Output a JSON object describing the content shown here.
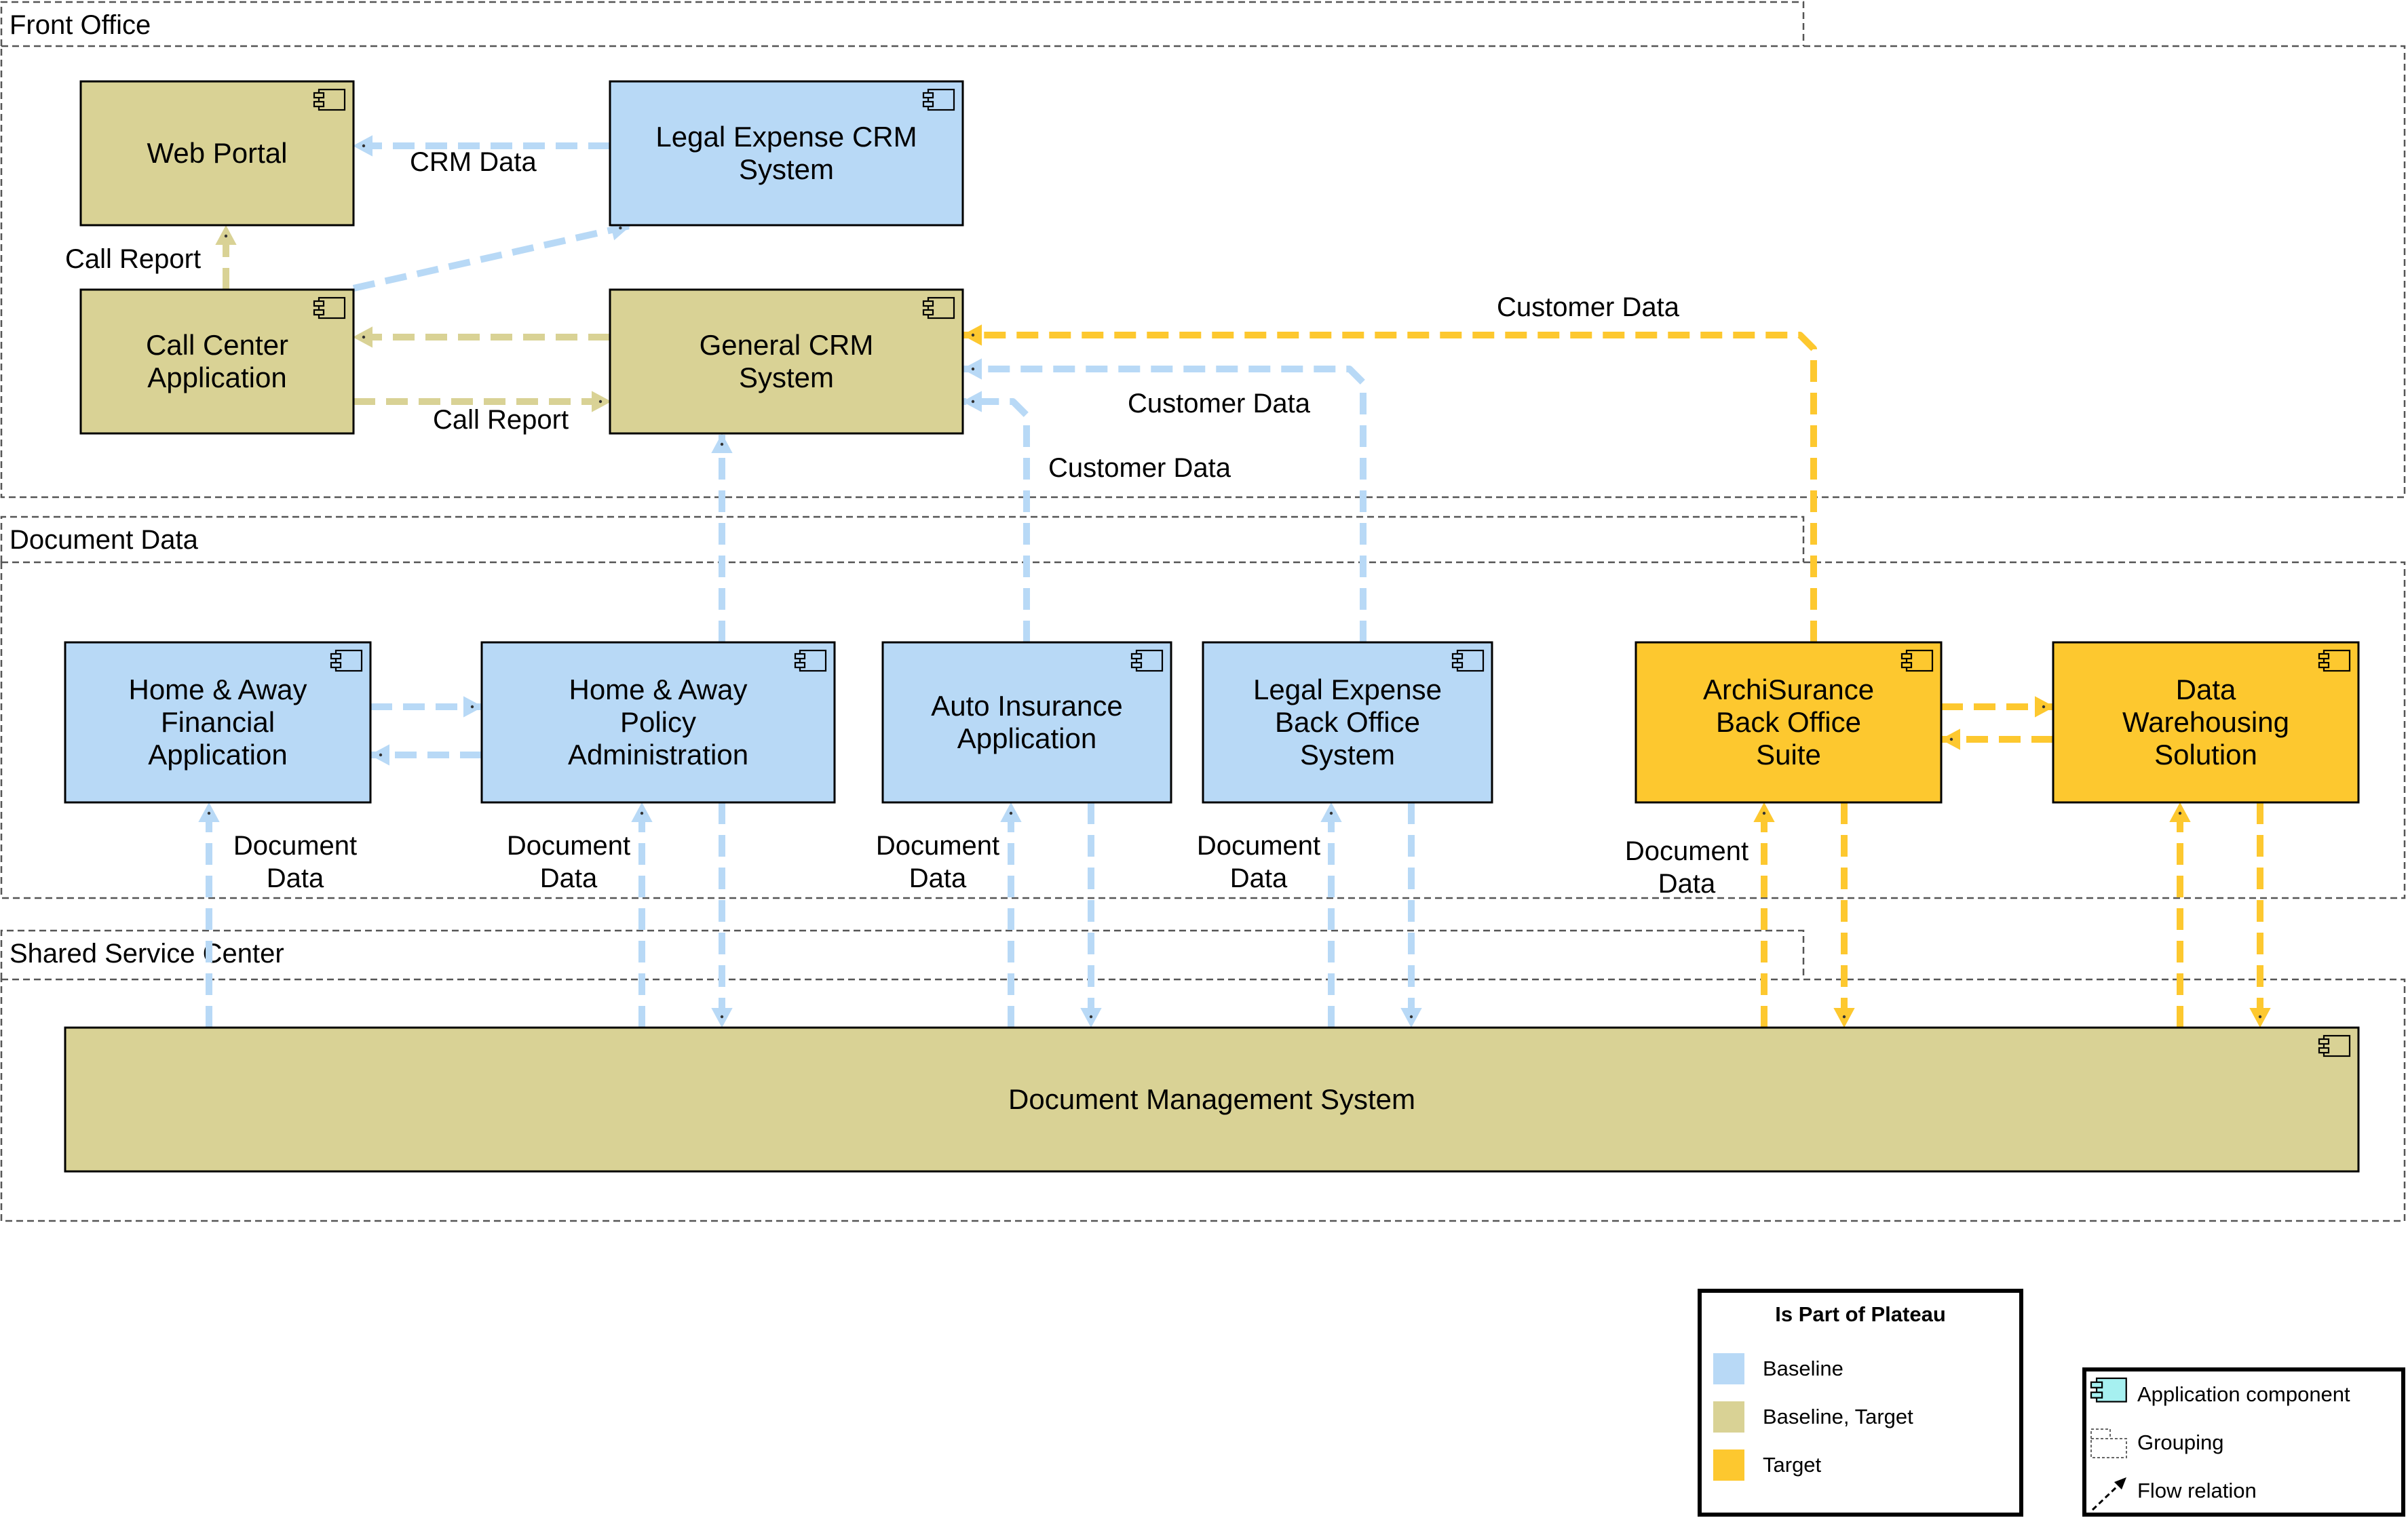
{
  "colors": {
    "baseline": "#b8d9f6",
    "baseline_target": "#d9d295",
    "target": "#fdc82f",
    "edge_baseline": "#b8d9f6",
    "edge_baseline_target": "#d9d295",
    "edge_target": "#fdc82f",
    "group_border": "#555555",
    "box_border": "#000000"
  },
  "groups": [
    {
      "id": "front-office",
      "label": "Front Office"
    },
    {
      "id": "document-data",
      "label": "Document Data"
    },
    {
      "id": "shared-service-center",
      "label": "Shared Service Center"
    }
  ],
  "components": [
    {
      "id": "web-portal",
      "lines": [
        "Web Portal"
      ],
      "plateau": "baseline_target",
      "icon": "application-component-icon"
    },
    {
      "id": "legal-expense-crm",
      "lines": [
        "Legal Expense CRM",
        "System"
      ],
      "plateau": "baseline",
      "icon": "application-component-icon"
    },
    {
      "id": "call-center",
      "lines": [
        "Call Center",
        "Application"
      ],
      "plateau": "baseline_target",
      "icon": "application-component-icon"
    },
    {
      "id": "general-crm",
      "lines": [
        "General CRM",
        "System"
      ],
      "plateau": "baseline_target",
      "icon": "application-component-icon"
    },
    {
      "id": "home-away-financial",
      "lines": [
        "Home & Away",
        "Financial",
        "Application"
      ],
      "plateau": "baseline",
      "icon": "application-component-icon"
    },
    {
      "id": "home-away-policy",
      "lines": [
        "Home & Away",
        "Policy",
        "Administration"
      ],
      "plateau": "baseline",
      "icon": "application-component-icon"
    },
    {
      "id": "auto-insurance",
      "lines": [
        "Auto Insurance",
        "Application"
      ],
      "plateau": "baseline",
      "icon": "application-component-icon"
    },
    {
      "id": "legal-expense-back-office",
      "lines": [
        "Legal Expense",
        "Back Office",
        "System"
      ],
      "plateau": "baseline",
      "icon": "application-component-icon"
    },
    {
      "id": "archisurance-back-office",
      "lines": [
        "ArchiSurance",
        "Back Office",
        "Suite"
      ],
      "plateau": "target",
      "icon": "application-component-icon"
    },
    {
      "id": "data-warehousing",
      "lines": [
        "Data",
        "Warehousing",
        "Solution"
      ],
      "plateau": "target",
      "icon": "application-component-icon"
    },
    {
      "id": "document-management",
      "lines": [
        "Document Management System"
      ],
      "plateau": "baseline_target",
      "icon": "application-component-icon"
    }
  ],
  "flows": [
    {
      "id": "crm-data",
      "from": "legal-expense-crm",
      "to": "web-portal",
      "plateau": "baseline",
      "label": [
        "CRM Data"
      ]
    },
    {
      "id": "call-report-up",
      "from": "call-center",
      "to": "web-portal",
      "plateau": "baseline_target",
      "label": [
        "Call Report"
      ]
    },
    {
      "id": "cc-to-legal-crm",
      "from": "call-center",
      "to": "legal-expense-crm",
      "plateau": "baseline",
      "label": []
    },
    {
      "id": "general-to-cc",
      "from": "general-crm",
      "to": "call-center",
      "plateau": "baseline_target",
      "label": []
    },
    {
      "id": "call-report-right",
      "from": "call-center",
      "to": "general-crm",
      "plateau": "baseline_target",
      "label": [
        "Call Report"
      ]
    },
    {
      "id": "archisurance-customer",
      "from": "archisurance-back-office",
      "to": "general-crm",
      "plateau": "target",
      "label": [
        "Customer Data"
      ]
    },
    {
      "id": "legal-bo-customer",
      "from": "legal-expense-back-office",
      "to": "general-crm",
      "plateau": "baseline",
      "label": [
        "Customer Data"
      ]
    },
    {
      "id": "auto-customer",
      "from": "auto-insurance",
      "to": "general-crm",
      "plateau": "baseline",
      "label": [
        "Customer Data"
      ]
    },
    {
      "id": "policy-to-general",
      "from": "home-away-policy",
      "to": "general-crm",
      "plateau": "baseline",
      "label": []
    },
    {
      "id": "financial-to-policy",
      "from": "home-away-financial",
      "to": "home-away-policy",
      "plateau": "baseline",
      "label": []
    },
    {
      "id": "policy-to-financial",
      "from": "home-away-policy",
      "to": "home-away-financial",
      "plateau": "baseline",
      "label": []
    },
    {
      "id": "archi-to-dw",
      "from": "archisurance-back-office",
      "to": "data-warehousing",
      "plateau": "target",
      "label": []
    },
    {
      "id": "dw-to-archi",
      "from": "data-warehousing",
      "to": "archisurance-back-office",
      "plateau": "target",
      "label": []
    },
    {
      "id": "dms-to-financial",
      "from": "document-management",
      "to": "home-away-financial",
      "plateau": "baseline",
      "label": [
        "Document",
        "Data"
      ]
    },
    {
      "id": "dms-to-policy",
      "from": "document-management",
      "to": "home-away-policy",
      "plateau": "baseline",
      "label": [
        "Document",
        "Data"
      ]
    },
    {
      "id": "policy-to-dms",
      "from": "home-away-policy",
      "to": "document-management",
      "plateau": "baseline",
      "label": []
    },
    {
      "id": "dms-to-auto",
      "from": "document-management",
      "to": "auto-insurance",
      "plateau": "baseline",
      "label": [
        "Document",
        "Data"
      ]
    },
    {
      "id": "auto-to-dms",
      "from": "auto-insurance",
      "to": "document-management",
      "plateau": "baseline",
      "label": []
    },
    {
      "id": "dms-to-legal-bo",
      "from": "document-management",
      "to": "legal-expense-back-office",
      "plateau": "baseline",
      "label": [
        "Document",
        "Data"
      ]
    },
    {
      "id": "legal-bo-to-dms",
      "from": "legal-expense-back-office",
      "to": "document-management",
      "plateau": "baseline",
      "label": []
    },
    {
      "id": "dms-to-archi",
      "from": "document-management",
      "to": "archisurance-back-office",
      "plateau": "target",
      "label": [
        "Document",
        "Data"
      ]
    },
    {
      "id": "archi-to-dms",
      "from": "archisurance-back-office",
      "to": "document-management",
      "plateau": "target",
      "label": []
    },
    {
      "id": "dms-to-dw",
      "from": "document-management",
      "to": "data-warehousing",
      "plateau": "target",
      "label": []
    },
    {
      "id": "dw-to-dms",
      "from": "data-warehousing",
      "to": "document-management",
      "plateau": "target",
      "label": []
    }
  ],
  "legend_plateau": {
    "title": "Is Part of Plateau",
    "items": [
      {
        "label": "Baseline",
        "plateau": "baseline"
      },
      {
        "label": "Baseline, Target",
        "plateau": "baseline_target"
      },
      {
        "label": "Target",
        "plateau": "target"
      }
    ]
  },
  "legend_notation": {
    "items": [
      {
        "label": "Application component",
        "icon": "application-component-icon"
      },
      {
        "label": "Grouping",
        "icon": "grouping-icon"
      },
      {
        "label": "Flow relation",
        "icon": "flow-relation-icon"
      }
    ]
  }
}
